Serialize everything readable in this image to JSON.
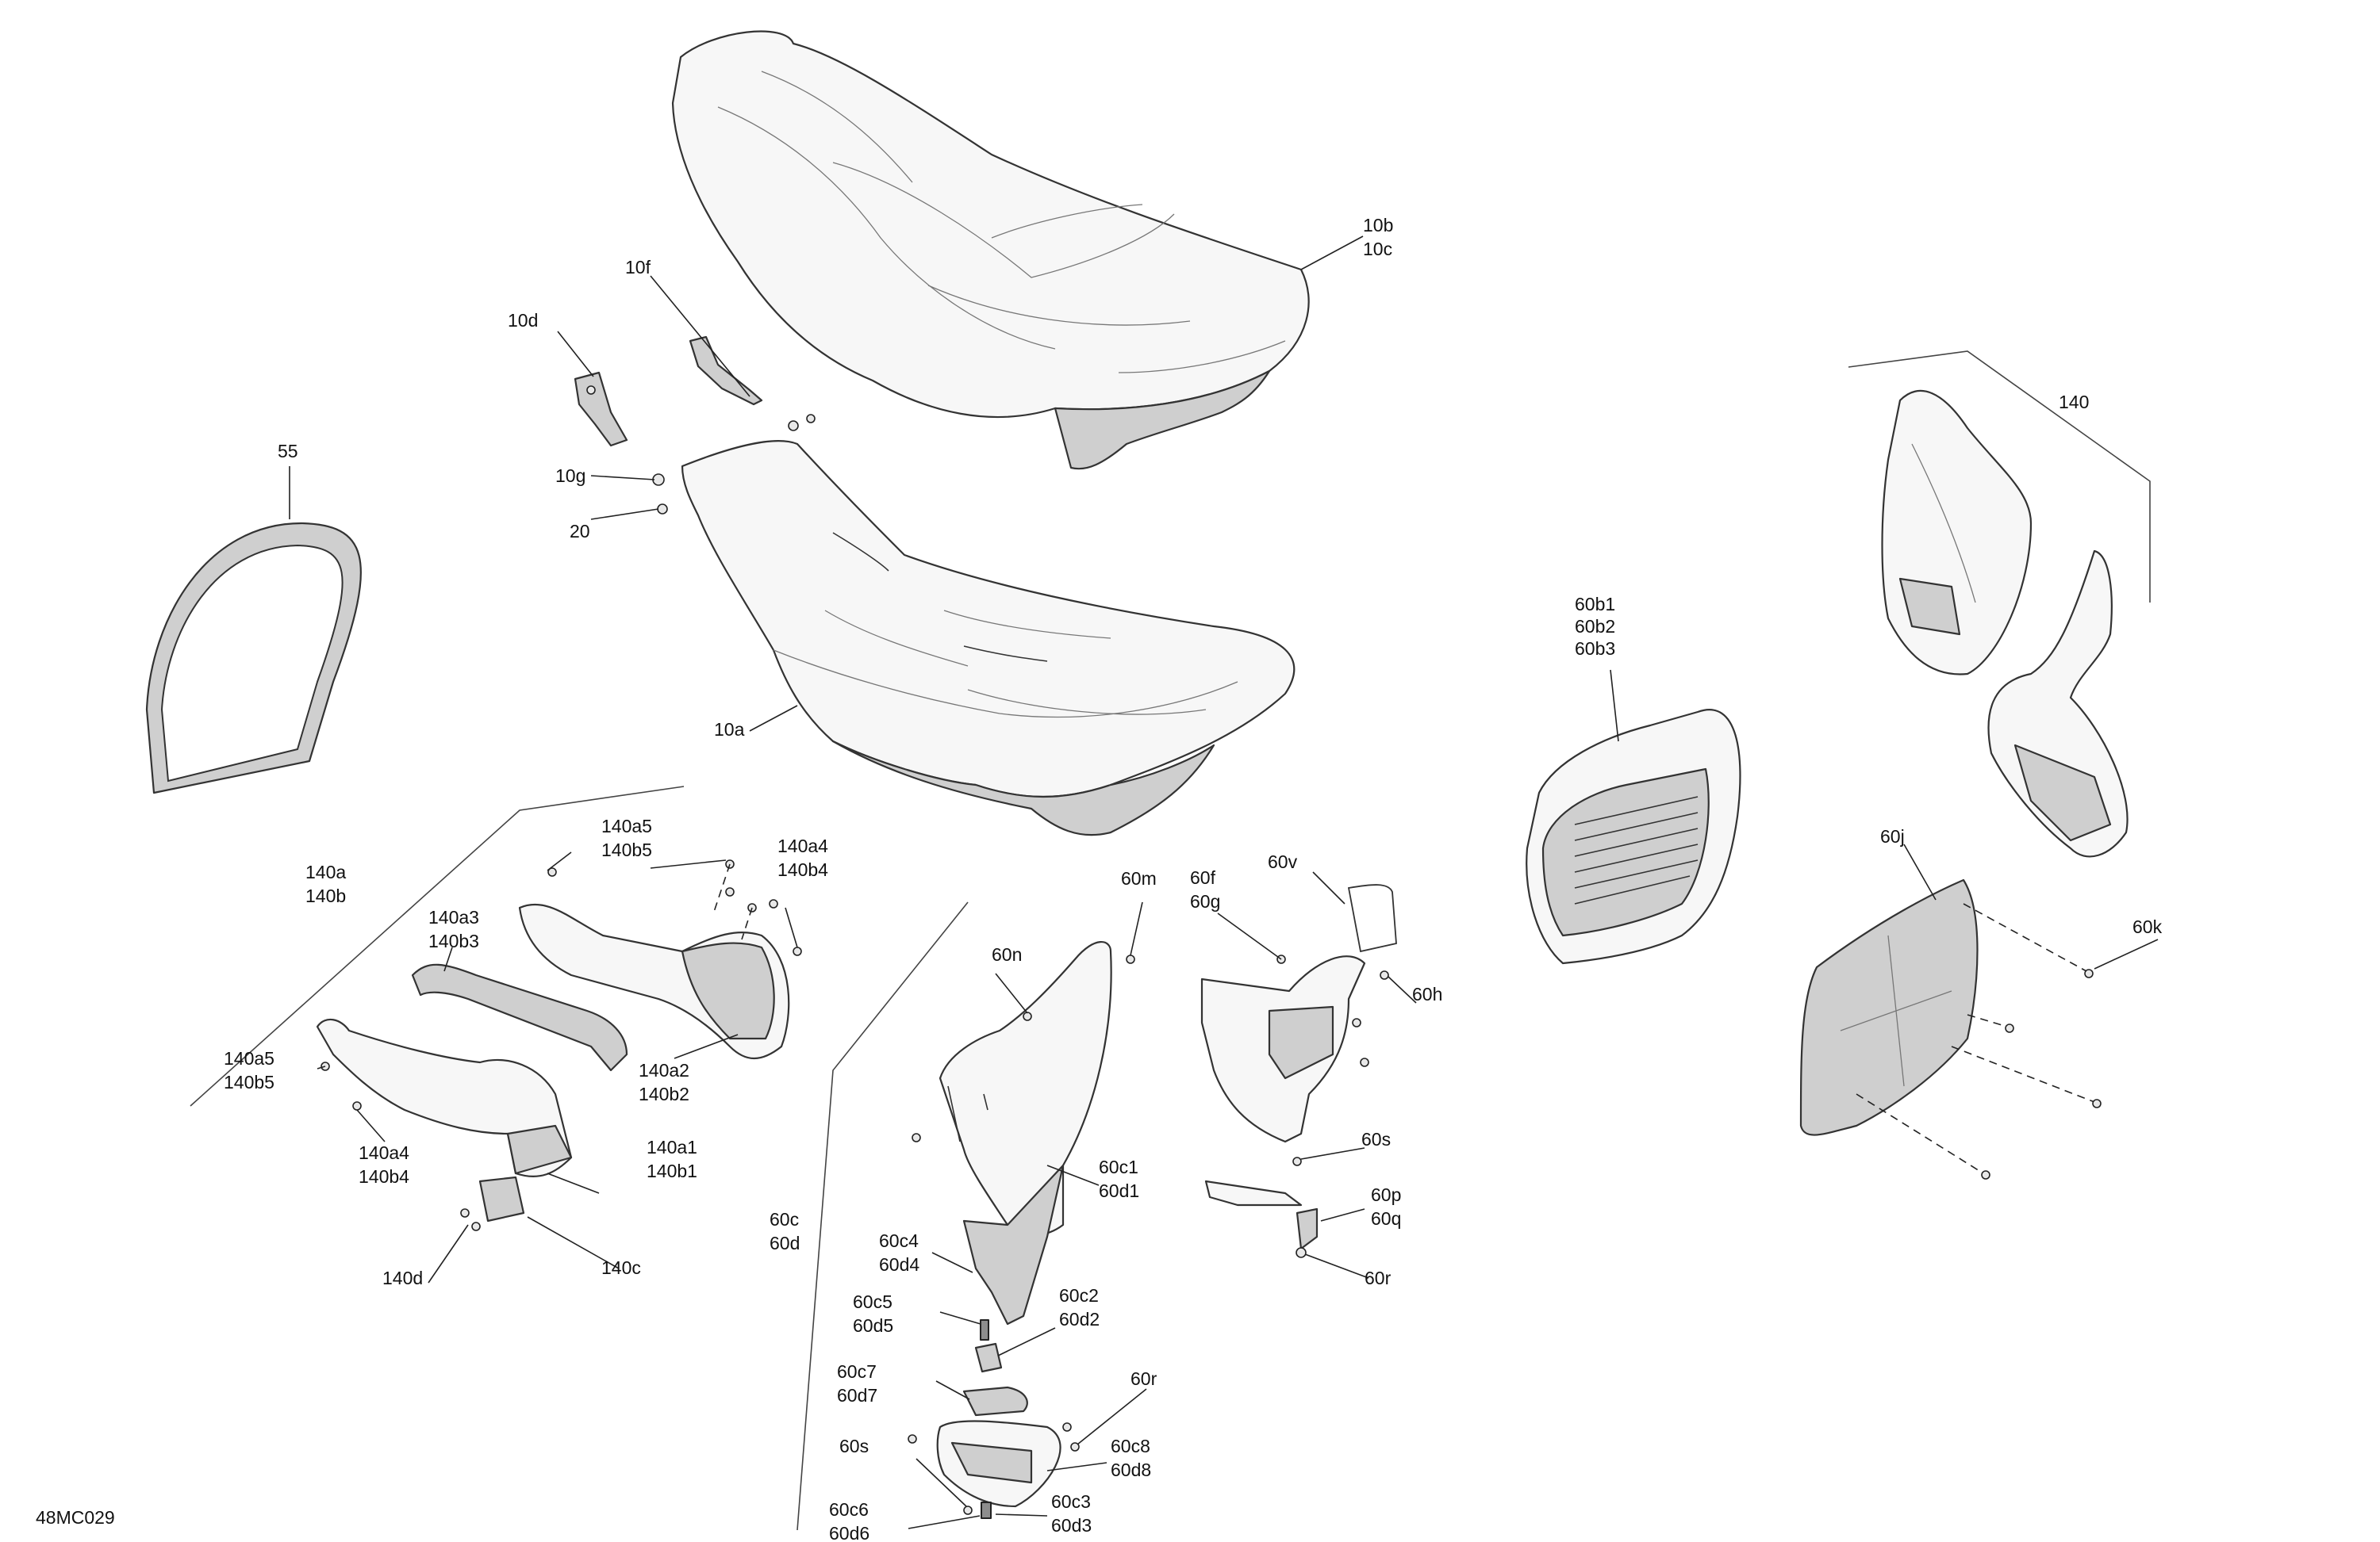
{
  "drawing_code": "48MC029",
  "callouts": {
    "c10b": "10b",
    "c10c": "10c",
    "c10f": "10f",
    "c10d": "10d",
    "c10g": "10g",
    "c20": "20",
    "c55": "55",
    "c10a": "10a",
    "c140": "140",
    "c60b1": "60b1",
    "c60b2": "60b2",
    "c60b3": "60b3",
    "c140a": "140a",
    "c140b": "140b",
    "c140a5_top": "140a5",
    "c140b5_top": "140b5",
    "c140a4_top": "140a4",
    "c140b4_top": "140b4",
    "c140a3": "140a3",
    "c140b3": "140b3",
    "c140a2": "140a2",
    "c140b2": "140b2",
    "c140a5_left": "140a5",
    "c140b5_left": "140b5",
    "c140a4_bot": "140a4",
    "c140b4_bot": "140b4",
    "c140a1": "140a1",
    "c140b1": "140b1",
    "c140c": "140c",
    "c140d": "140d",
    "c60m": "60m",
    "c60n": "60n",
    "c60f": "60f",
    "c60g": "60g",
    "c60v": "60v",
    "c60h": "60h",
    "c60j": "60j",
    "c60k": "60k",
    "c60c1": "60c1",
    "c60d1": "60d1",
    "c60s_right": "60s",
    "c60p": "60p",
    "c60q": "60q",
    "c60r_right": "60r",
    "c60c": "60c",
    "c60d": "60d",
    "c60c4": "60c4",
    "c60d4": "60d4",
    "c60c5": "60c5",
    "c60d5": "60d5",
    "c60c2": "60c2",
    "c60d2": "60d2",
    "c60c7": "60c7",
    "c60d7": "60d7",
    "c60r_low": "60r",
    "c60s_low": "60s",
    "c60c8": "60c8",
    "c60d8": "60d8",
    "c60c6": "60c6",
    "c60d6": "60d6",
    "c60c3": "60c3",
    "c60d3": "60d3"
  }
}
